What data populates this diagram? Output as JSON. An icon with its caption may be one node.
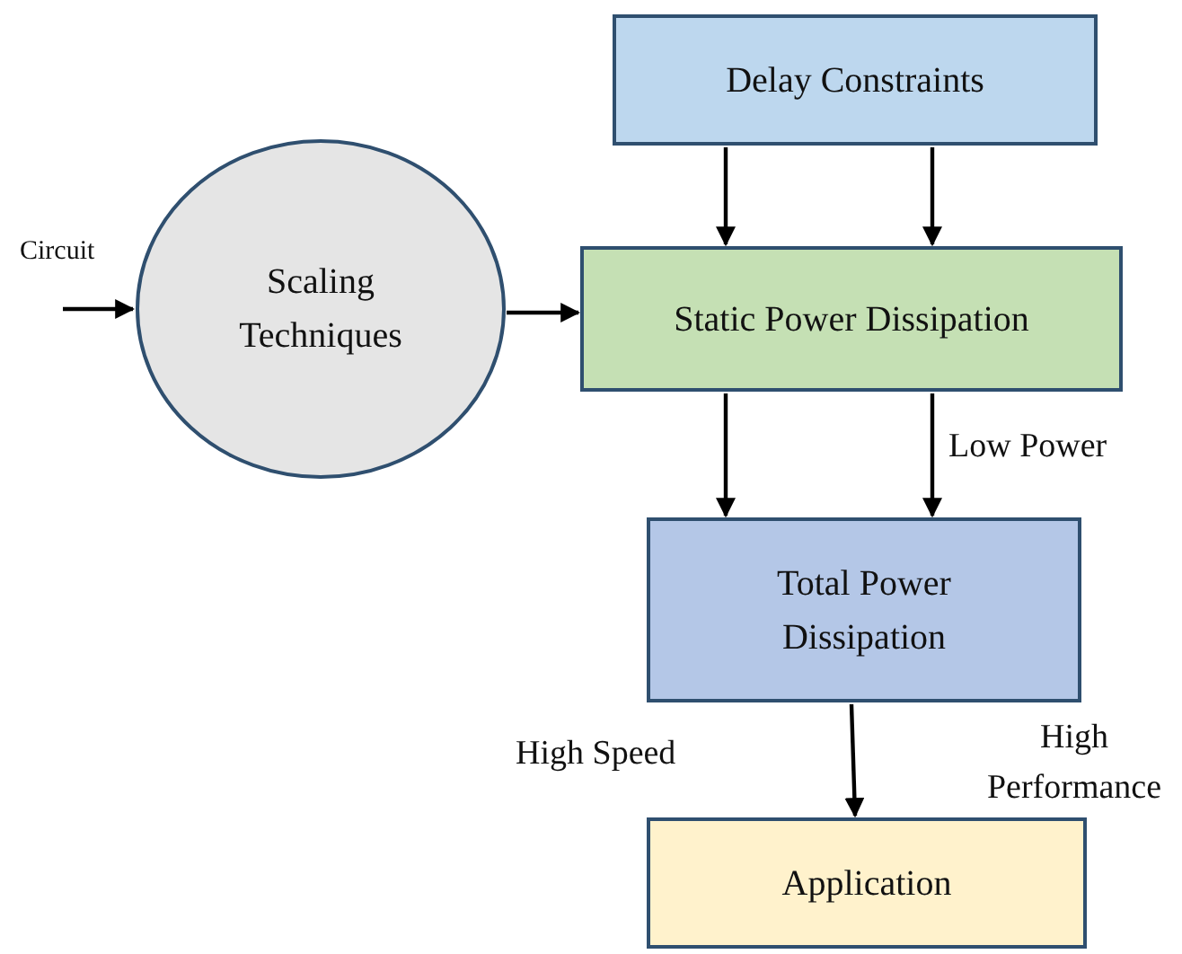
{
  "diagram": {
    "nodes": [
      {
        "text": [
          "Delay Constraints"
        ]
      },
      {
        "text": [
          "Scaling Techniques"
        ]
      },
      {
        "text": [
          "Static Power Dissipation"
        ]
      },
      {
        "text": [
          "Total Power Dissipation"
        ]
      },
      {
        "text": [
          "Application"
        ]
      }
    ],
    "edges": [
      {
        "from": null,
        "to": 1,
        "arrow": "to",
        "label": "Circuit"
      },
      {
        "from": 1,
        "to": 2,
        "arrow": "to"
      },
      {
        "from": 0,
        "to": 2,
        "arrow": "to"
      },
      {
        "from": 0,
        "to": 2,
        "arrow": "to"
      },
      {
        "from": 2,
        "to": 3,
        "arrow": "to"
      },
      {
        "from": 2,
        "to": 3,
        "arrow": "to",
        "label": "Low Power"
      },
      {
        "from": 3,
        "to": 4,
        "arrow": "to"
      }
    ],
    "labels": [
      "High Speed",
      "High Performance"
    ]
  }
}
